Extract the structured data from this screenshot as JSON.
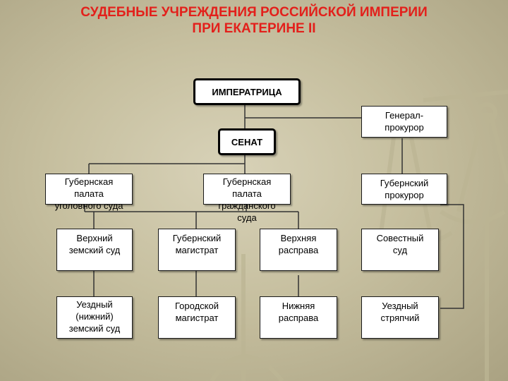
{
  "title": {
    "line1": "СУДЕБНЫЕ УЧРЕЖДЕНИЯ РОССИЙСКОЙ ИМПЕРИИ",
    "line2": "ПРИ ЕКАТЕРИНЕ II"
  },
  "nodes": {
    "empress": "ИМПЕРАТРИЦА",
    "senate": "СЕНАТ",
    "procurator_general": "Генерал-прокурор",
    "chamber_criminal": "Губернская палата уголовного суда",
    "chamber_civil": "Губернская палата гражданского суда",
    "provincial_procurator": "Губернский прокурор",
    "upper_zemsky_court": "Верхний земский суд",
    "provincial_magistrate": "Губернский магистрат",
    "upper_rasprava": "Верхняя расправа",
    "conscience_court": "Совестный суд",
    "lower_zemsky_court": "Уездный (нижний) земский суд",
    "city_magistrate": "Городской магистрат",
    "lower_rasprava": "Нижняя расправа",
    "district_solicitor": "Уездный стряпчий"
  },
  "colors": {
    "title": "#e3201b",
    "background": "#c6bf9f",
    "box_fill": "#ffffff",
    "line": "#333333"
  }
}
